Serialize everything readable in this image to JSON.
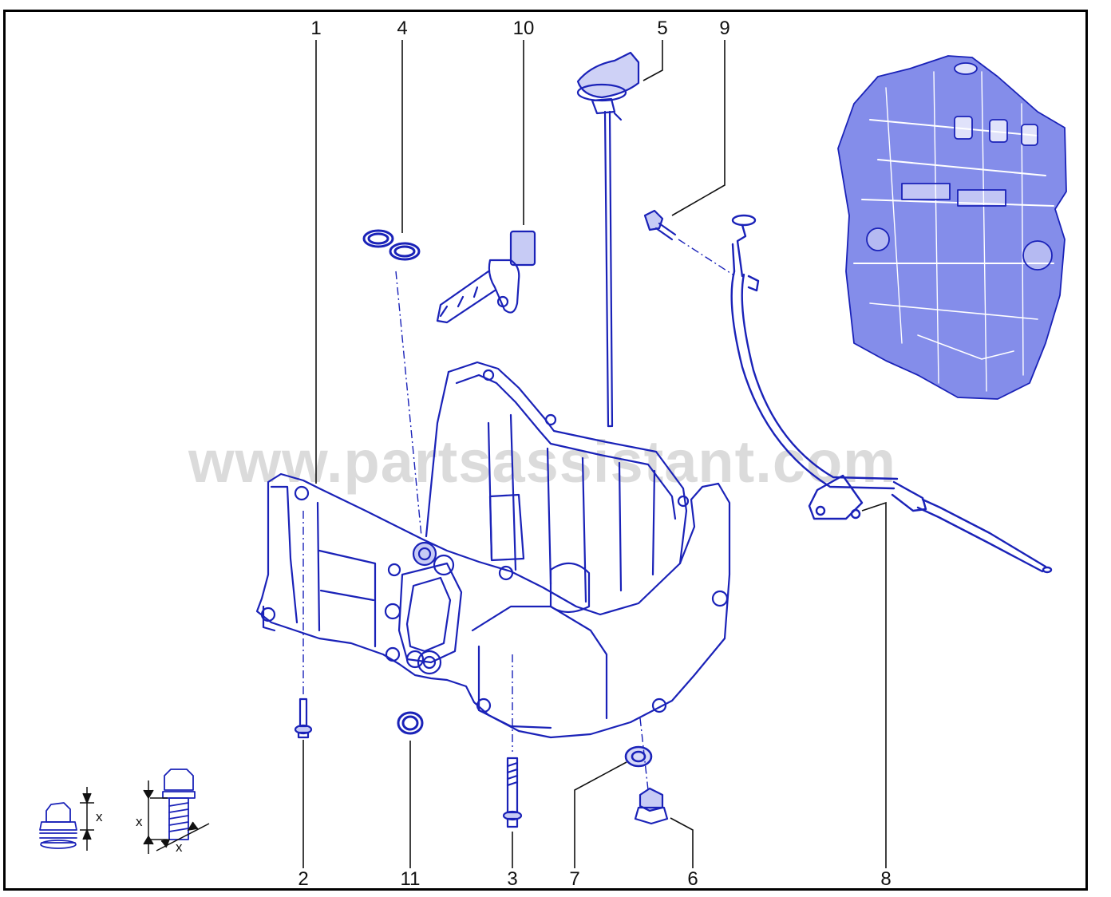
{
  "watermark": "www.partsassistant.com",
  "colors": {
    "part_stroke": "#1a22b8",
    "part_fill": "#1f2fd8",
    "leader": "#111111"
  },
  "callouts": [
    {
      "id": "1",
      "label": "1"
    },
    {
      "id": "4",
      "label": "4"
    },
    {
      "id": "10",
      "label": "10"
    },
    {
      "id": "5",
      "label": "5"
    },
    {
      "id": "9",
      "label": "9"
    },
    {
      "id": "2",
      "label": "2"
    },
    {
      "id": "11",
      "label": "11"
    },
    {
      "id": "3",
      "label": "3"
    },
    {
      "id": "7",
      "label": "7"
    },
    {
      "id": "6",
      "label": "6"
    },
    {
      "id": "8",
      "label": "8"
    }
  ],
  "legend": {
    "dimension_label_a": "x",
    "dimension_label_b": "x",
    "dimension_label_c": "x"
  },
  "parts": [
    {
      "callout": "1",
      "name": "oil-pan"
    },
    {
      "callout": "2",
      "name": "bolt"
    },
    {
      "callout": "3",
      "name": "long-bolt"
    },
    {
      "callout": "4",
      "name": "o-rings"
    },
    {
      "callout": "5",
      "name": "dipstick"
    },
    {
      "callout": "6",
      "name": "drain-plug"
    },
    {
      "callout": "7",
      "name": "drain-plug-washer"
    },
    {
      "callout": "8",
      "name": "dipstick-tube"
    },
    {
      "callout": "9",
      "name": "tube-bolt"
    },
    {
      "callout": "10",
      "name": "oil-level-sensor"
    },
    {
      "callout": "11",
      "name": "sealing-ring"
    }
  ]
}
